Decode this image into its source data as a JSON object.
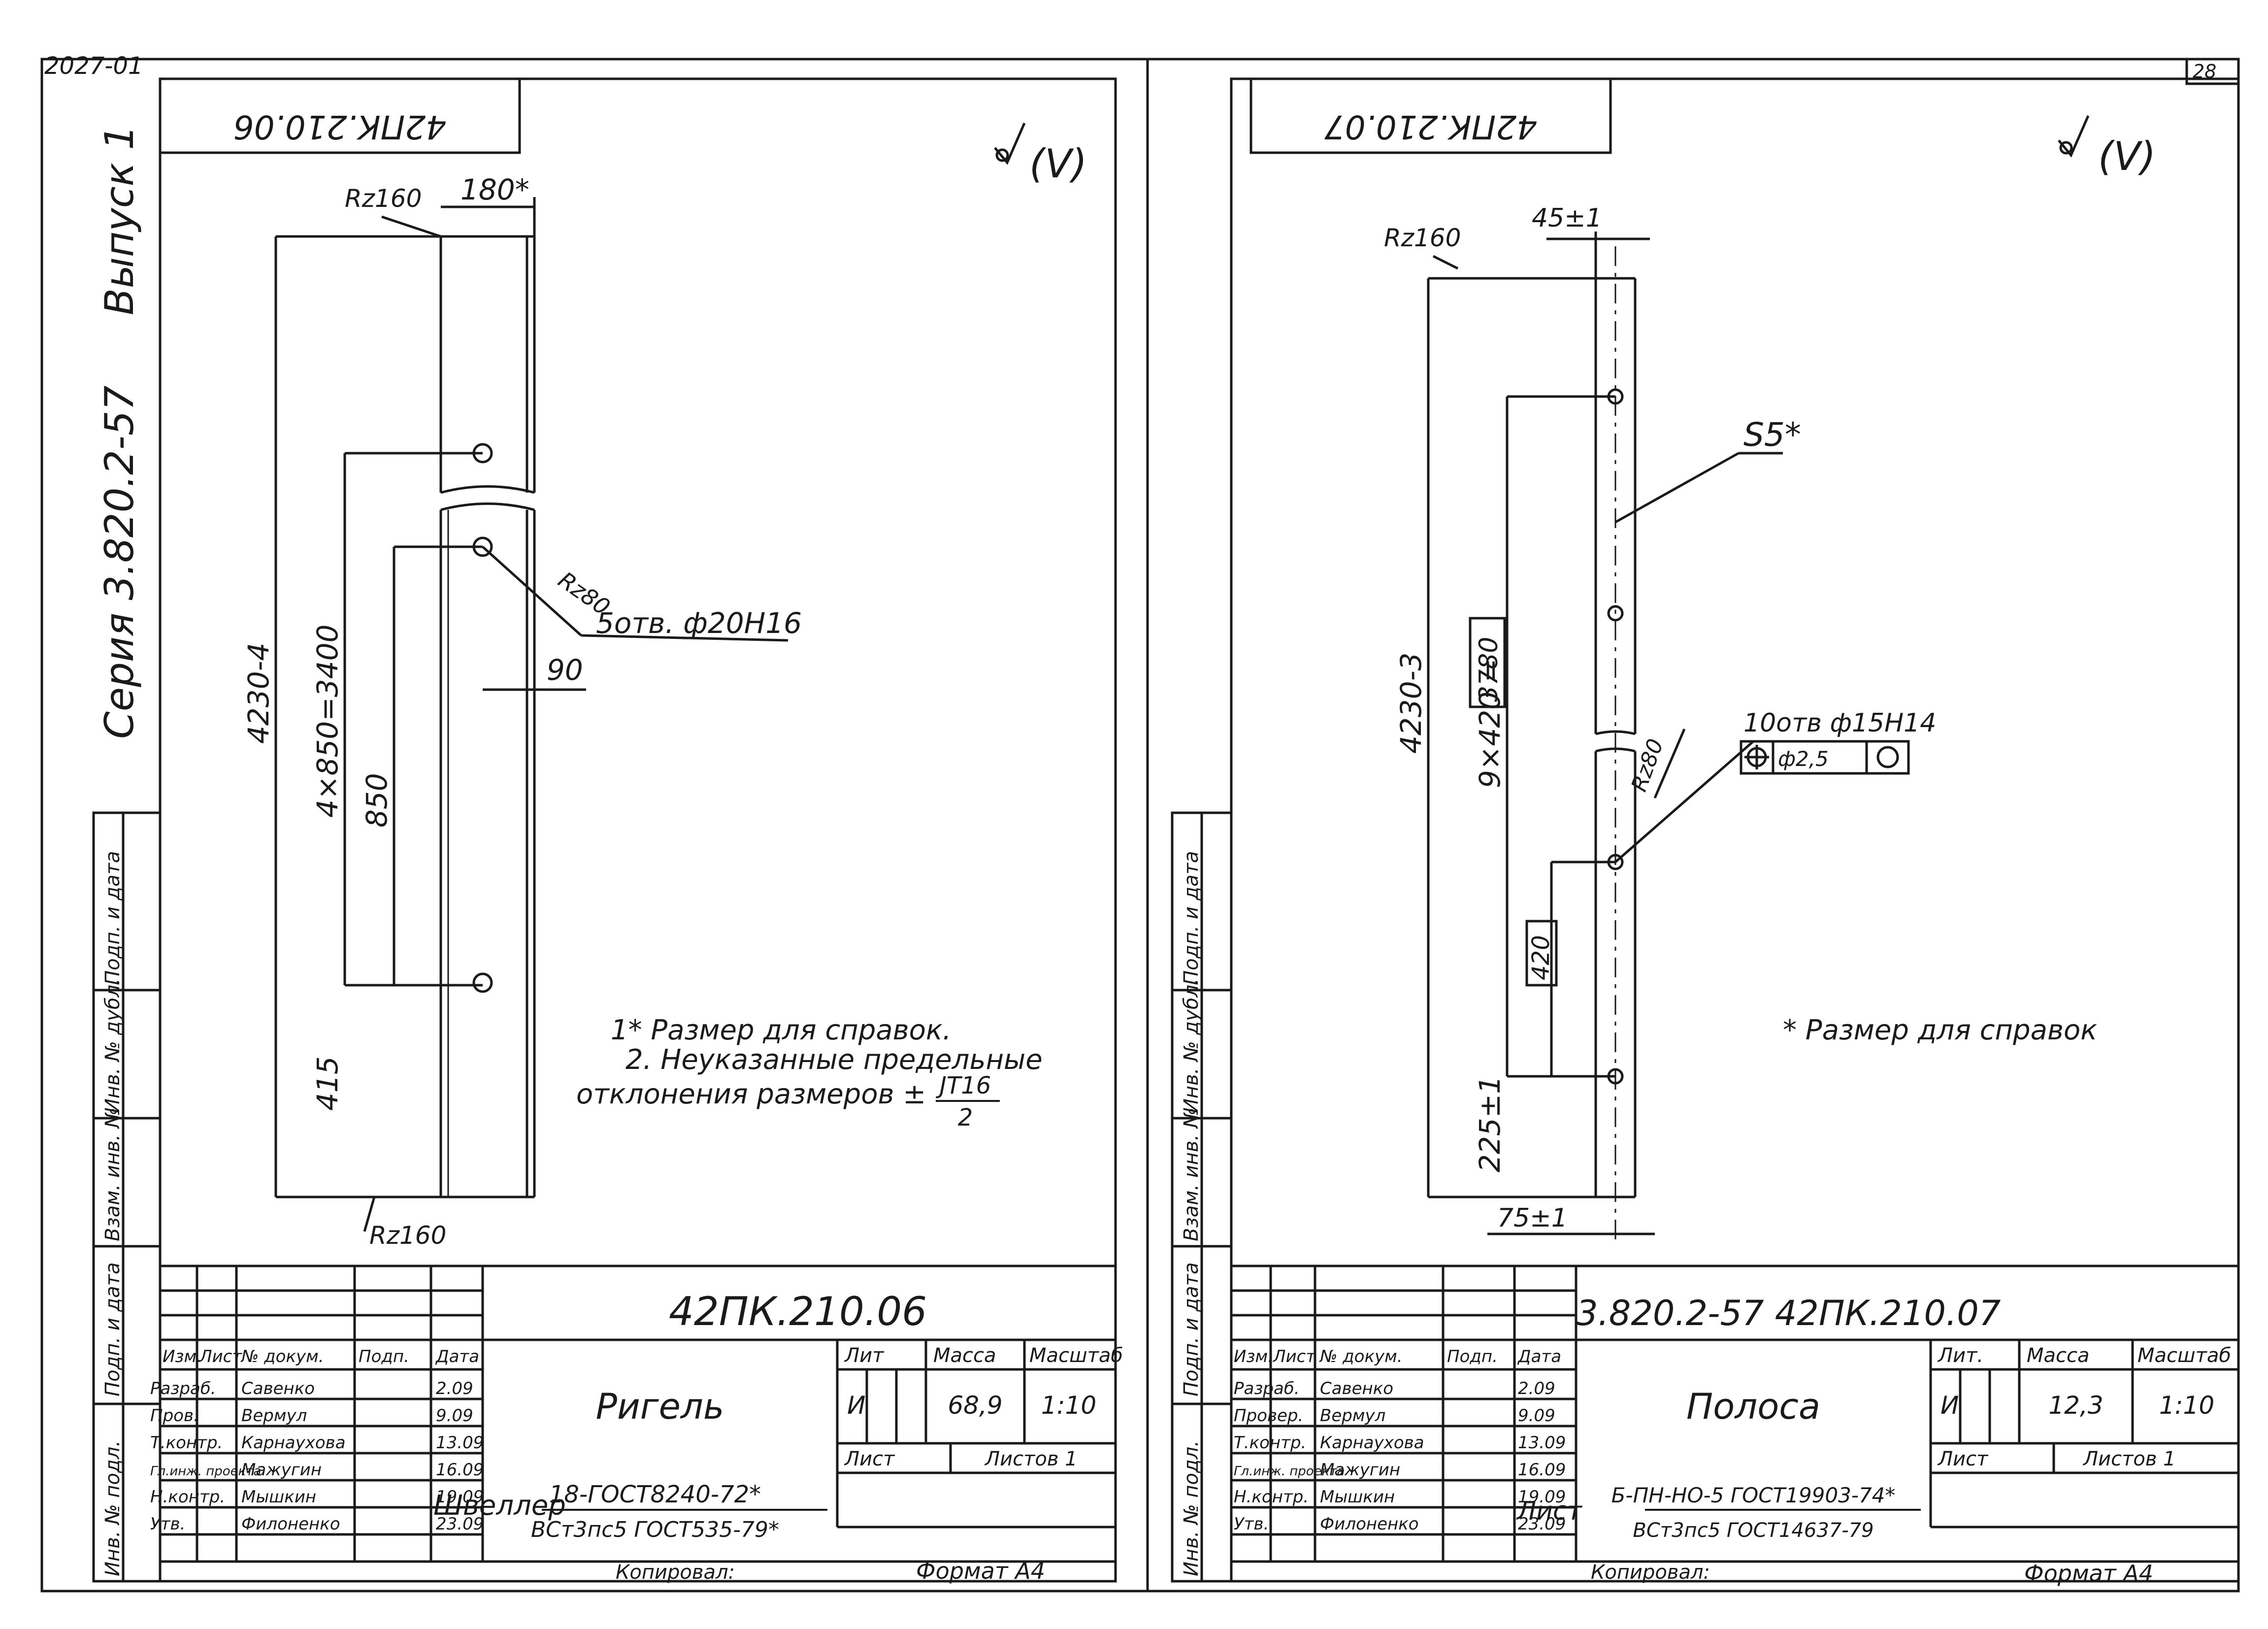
{
  "sheet": {
    "album_code": "2027-01",
    "sheet_number": "28",
    "series": "Серия 3.820.2-57",
    "issue": "Выпуск 1"
  },
  "side_stamp": [
    "Инв. № подл.",
    "Подп. и дата",
    "Взам. инв. №",
    "Инв. № дубл.",
    "Подп. и дата"
  ],
  "left": {
    "mirror_code": "42ПК.210.06",
    "surface_finish": "(V)",
    "dims": {
      "width": "180*",
      "rz_top": "Rz160",
      "rz_bottom": "Rz160",
      "rz_hole": "Rz80",
      "length": "4230-4",
      "pitch": "4×850=3400",
      "step": "850",
      "end": "415",
      "offset": "90",
      "holes": "5отв. ф20Н16"
    },
    "notes": [
      "1* Размер для справок.",
      "2. Неуказанные предельные",
      "отклонения размеров ±"
    ],
    "fraction": {
      "num": "JT16",
      "den": "2"
    },
    "title": {
      "designation": "42ПК.210.06",
      "name": "Ригель",
      "lit_label": "Лит",
      "lit": "И",
      "mass_label": "Масса",
      "mass": "68,9",
      "scale_label": "Масштаб",
      "scale": "1:10",
      "sheet_label": "Лист",
      "sheets_label": "Листов 1",
      "material_prefix": "Швеллер",
      "material_top": "18-ГОСТ8240-72*",
      "material_bottom": "ВСт3пс5 ГОСТ535-79*",
      "copied": "Копировал:",
      "format": "Формат А4"
    }
  },
  "right": {
    "mirror_code": "42ПК.210.07",
    "surface_finish": "(V)",
    "dims": {
      "rz_top": "Rz160",
      "width": "45±1",
      "thickness": "S5*",
      "length": "4230-3",
      "pitch": "9×420 =",
      "pitch_box": "3780",
      "step_box": "420",
      "end": "225±1",
      "offset": "75±1",
      "rz_hole": "Rz80",
      "holes": "10отв ф15Н14",
      "position_tol": "ф2,5"
    },
    "note": "* Размер для справок",
    "title": {
      "designation": "3.820.2-57   42ПК.210.07",
      "name": "Полоса",
      "lit_label": "Лит.",
      "lit": "И",
      "mass_label": "Масса",
      "mass": "12,3",
      "scale_label": "Масштаб",
      "scale": "1:10",
      "sheet_label": "Лист",
      "sheets_label": "Листов 1",
      "material_prefix": "Лист",
      "material_top": "Б-ПН-НО-5 ГОСТ19903-74*",
      "material_bottom": "ВСт3пс5 ГОСТ14637-79",
      "copied": "Копировал:",
      "format": "Формат А4"
    }
  },
  "table_header": {
    "izm": "Изм.",
    "list": "Лист",
    "doc": "№ докум.",
    "sign": "Подп.",
    "date": "Дата"
  },
  "signatures_left": [
    {
      "role": "Разраб.",
      "name": "Савенко",
      "date": "2.09"
    },
    {
      "role": "Пров.",
      "name": "Вермул",
      "date": "9.09"
    },
    {
      "role": "Т.контр.",
      "name": "Карнаухова",
      "date": "13.09"
    },
    {
      "role": "Гл.инж. проекта",
      "name": "Мажугин",
      "date": "16.09"
    },
    {
      "role": "Н.контр.",
      "name": "Мышкин",
      "date": "19.09"
    },
    {
      "role": "Утв.",
      "name": "Филоненко",
      "date": "23.09"
    }
  ],
  "signatures_right": [
    {
      "role": "Разраб.",
      "name": "Савенко",
      "date": "2.09"
    },
    {
      "role": "Провер.",
      "name": "Вермул",
      "date": "9.09"
    },
    {
      "role": "Т.контр.",
      "name": "Карнаухова",
      "date": "13.09"
    },
    {
      "role": "Гл.инж. проекта",
      "name": "Мажугин",
      "date": "16.09"
    },
    {
      "role": "Н.контр.",
      "name": "Мышкин",
      "date": "19.09"
    },
    {
      "role": "Утв.",
      "name": "Филоненко",
      "date": "23.09"
    }
  ]
}
